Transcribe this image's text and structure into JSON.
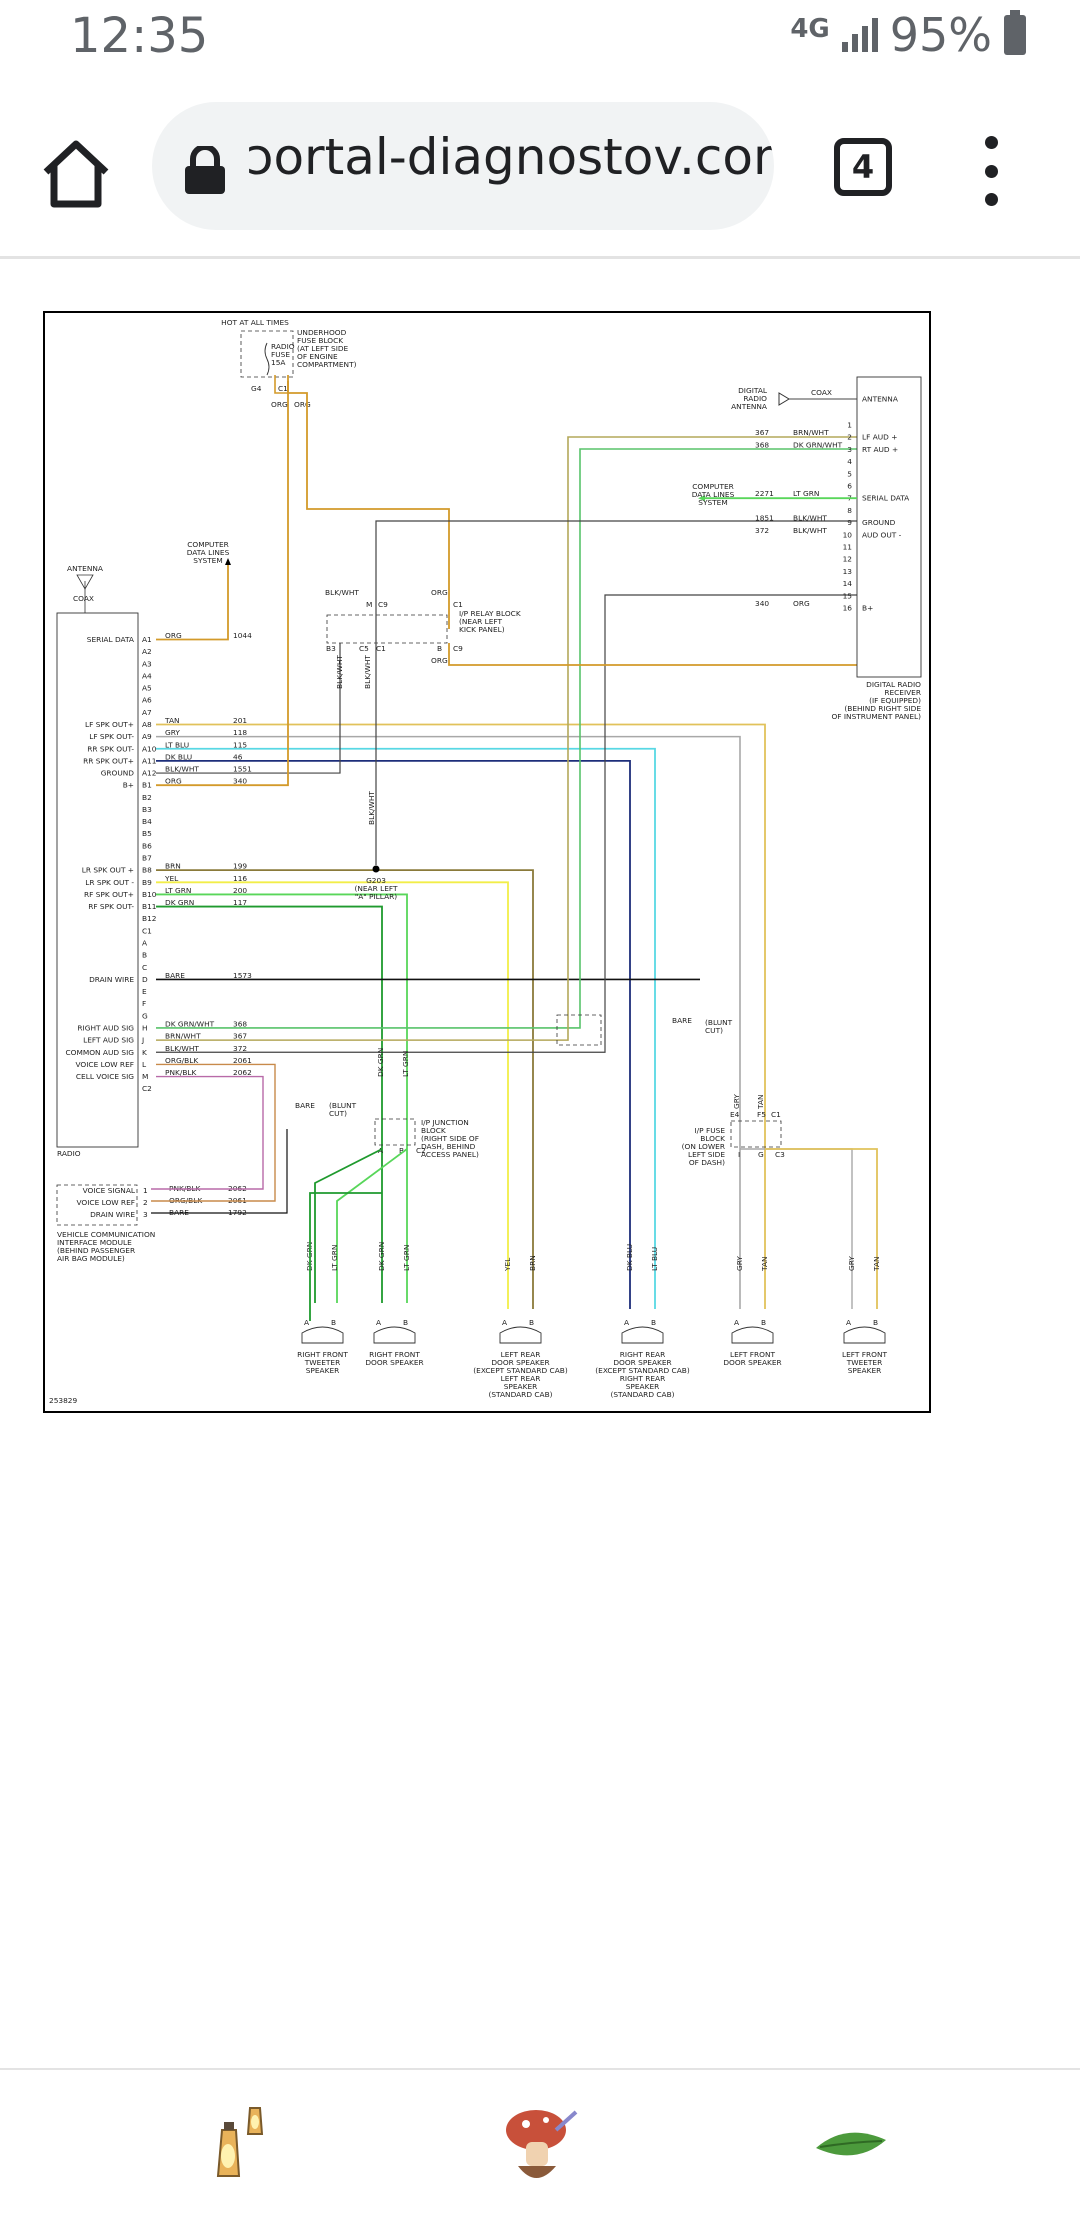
{
  "status_bar": {
    "time": "12:35",
    "network": "4G",
    "battery": "95%"
  },
  "browser": {
    "url": "ɔortal-diagnostov.com",
    "tab_count": "4"
  },
  "icons": {
    "home": "home-icon",
    "lock": "lock-icon",
    "menu": "more-vert-icon",
    "bottom": [
      "lamp-icon",
      "mushroom-character-icon",
      "leaf-icon"
    ]
  },
  "diagram": {
    "id": "253829",
    "top_left": {
      "hot": "HOT AT ALL TIMES",
      "fuse_block": [
        "UNDERHOOD",
        "FUSE BLOCK",
        "(AT LEFT SIDE",
        "OF ENGINE",
        "COMPARTMENT)"
      ],
      "fuse": [
        "RADIO",
        "FUSE",
        "15A"
      ],
      "pins": [
        "G4",
        "C1"
      ],
      "org": "ORG"
    },
    "radio_pins": [
      "A1",
      "A2",
      "A3",
      "A4",
      "A5",
      "A6",
      "A7",
      "A8",
      "A9",
      "A10",
      "A11",
      "A12",
      "B1",
      "B2",
      "B3",
      "B4",
      "B5",
      "B6",
      "B7",
      "B8",
      "B9",
      "B10",
      "B11",
      "B12",
      "C1",
      "A",
      "B",
      "C",
      "D",
      "E",
      "F",
      "G",
      "H",
      "J",
      "K",
      "L",
      "M",
      "C2"
    ],
    "radio_labels": [
      {
        "row": 0,
        "text": "SERIAL DATA"
      },
      {
        "row": 7,
        "text": "LF SPK OUT+"
      },
      {
        "row": 8,
        "text": "LF SPK OUT-"
      },
      {
        "row": 9,
        "text": "RR SPK OUT-"
      },
      {
        "row": 10,
        "text": "RR SPK OUT+"
      },
      {
        "row": 11,
        "text": "GROUND"
      },
      {
        "row": 12,
        "text": "B+"
      },
      {
        "row": 19,
        "text": "LR SPK OUT +"
      },
      {
        "row": 20,
        "text": "LR SPK OUT -"
      },
      {
        "row": 21,
        "text": "RF SPK OUT+"
      },
      {
        "row": 22,
        "text": "RF SPK OUT-"
      },
      {
        "row": 28,
        "text": "DRAIN WIRE"
      },
      {
        "row": 32,
        "text": "RIGHT AUD SIG"
      },
      {
        "row": 33,
        "text": "LEFT AUD SIG"
      },
      {
        "row": 34,
        "text": "COMMON AUD SIG"
      },
      {
        "row": 35,
        "text": "VOICE LOW REF"
      },
      {
        "row": 36,
        "text": "CELL VOICE SIG"
      }
    ],
    "radio_wires": [
      {
        "row": 0,
        "color": "ORG",
        "circuit": "1044"
      },
      {
        "row": 7,
        "color": "TAN",
        "circuit": "201"
      },
      {
        "row": 8,
        "color": "GRY",
        "circuit": "118"
      },
      {
        "row": 9,
        "color": "LT BLU",
        "circuit": "115"
      },
      {
        "row": 10,
        "color": "DK BLU",
        "circuit": "46"
      },
      {
        "row": 11,
        "color": "BLK/WHT",
        "circuit": "1551"
      },
      {
        "row": 12,
        "color": "ORG",
        "circuit": "340"
      },
      {
        "row": 19,
        "color": "BRN",
        "circuit": "199"
      },
      {
        "row": 20,
        "color": "YEL",
        "circuit": "116"
      },
      {
        "row": 21,
        "color": "LT GRN",
        "circuit": "200"
      },
      {
        "row": 22,
        "color": "DK GRN",
        "circuit": "117"
      },
      {
        "row": 28,
        "color": "BARE",
        "circuit": "1573"
      },
      {
        "row": 32,
        "color": "DK GRN/WHT",
        "circuit": "368"
      },
      {
        "row": 33,
        "color": "BRN/WHT",
        "circuit": "367"
      },
      {
        "row": 34,
        "color": "BLK/WHT",
        "circuit": "372"
      },
      {
        "row": 35,
        "color": "ORG/BLK",
        "circuit": "2061"
      },
      {
        "row": 36,
        "color": "PNK/BLK",
        "circuit": "2062"
      }
    ],
    "radio_name": "RADIO",
    "antenna": "ANTENNA",
    "coax": "COAX",
    "computer_data": [
      "COMPUTER",
      "DATA LINES",
      "SYSTEM"
    ],
    "relay": {
      "top_wires": [
        "BLK/WHT",
        "ORG"
      ],
      "top_pins": [
        "M",
        "C9",
        "C1"
      ],
      "label": [
        "I/P RELAY BLOCK",
        "(NEAR LEFT",
        "KICK PANEL)"
      ],
      "bottom_pins": [
        "B3",
        "C5",
        "C1",
        "B",
        "C9"
      ],
      "vertical": [
        "BLK/WHT",
        "BLK/WHT"
      ],
      "org": "ORG"
    },
    "ground": {
      "wire": "BLK/WHT",
      "label": [
        "G203",
        "(NEAR LEFT",
        "\"A\" PILLAR)"
      ]
    },
    "ddr": {
      "pins": [
        "1",
        "2",
        "3",
        "4",
        "5",
        "6",
        "7",
        "8",
        "9",
        "10",
        "11",
        "12",
        "13",
        "14",
        "15",
        "16"
      ],
      "labels": [
        {
          "row": -1,
          "text": "ANTENNA"
        },
        {
          "row": 1,
          "text": "LF AUD +"
        },
        {
          "row": 2,
          "text": "RT AUD +"
        },
        {
          "row": 6,
          "text": "SERIAL DATA"
        },
        {
          "row": 8,
          "text": "GROUND"
        },
        {
          "row": 9,
          "text": "AUD OUT -"
        },
        {
          "row": 15,
          "text": "B+"
        }
      ],
      "wires": [
        {
          "row": 1,
          "color": "BRN/WHT",
          "circuit": "367"
        },
        {
          "row": 2,
          "color": "DK GRN/WHT",
          "circuit": "368"
        },
        {
          "row": 6,
          "color": "LT GRN",
          "circuit": "2271"
        },
        {
          "row": 8,
          "color": "BLK/WHT",
          "circuit": "1851"
        },
        {
          "row": 9,
          "color": "BLK/WHT",
          "circuit": "372"
        },
        {
          "row": 15,
          "color": "ORG",
          "circuit": "340"
        }
      ],
      "name": [
        "DIGITAL RADIO",
        "RECEIVER",
        "(IF EQUIPPED)",
        "(BEHIND RIGHT SIDE",
        "OF INSTRUMENT PANEL)"
      ],
      "digital_antenna": [
        "DIGITAL",
        "RADIO",
        "ANTENNA"
      ],
      "coax": "COAX"
    },
    "computer_data_right": [
      "COMPUTER",
      "DATA LINES",
      "SYSTEM"
    ],
    "drain": {
      "bare": "BARE",
      "blunt": [
        "(BLUNT",
        "CUT)"
      ]
    },
    "blunt2": {
      "bare": "BARE",
      "blunt": [
        "(BLUNT",
        "CUT)"
      ]
    },
    "junction_block": {
      "label": [
        "I/P JUNCTION",
        "BLOCK",
        "(RIGHT SIDE OF",
        "DASH, BEHIND",
        "ACCESS PANEL)"
      ],
      "pins": [
        "A",
        "B",
        "C2"
      ],
      "wires": [
        "DK GRN",
        "LT GRN"
      ]
    },
    "fuse_block2": {
      "label": [
        "I/P FUSE",
        "BLOCK",
        "(ON LOWER",
        "LEFT SIDE",
        "OF DASH)"
      ],
      "pins": [
        "E4",
        "F5",
        "C1",
        "I",
        "G",
        "C3"
      ],
      "wires": [
        "GRY",
        "TAN"
      ]
    },
    "vcim": {
      "pins": [
        "1",
        "2",
        "3"
      ],
      "labels": [
        "VOICE SIGNAL",
        "VOICE LOW REF",
        "DRAIN WIRE"
      ],
      "wires": [
        {
          "color": "PNK/BLK",
          "circuit": "2062"
        },
        {
          "color": "ORG/BLK",
          "circuit": "2061"
        },
        {
          "color": "BARE",
          "circuit": "1792"
        }
      ],
      "name": [
        "VEHICLE COMMUNICATION",
        "INTERFACE MODULE",
        "(BEHIND PASSENGER",
        "AIR BAG MODULE)"
      ]
    },
    "speakers": [
      {
        "wires": [
          "DK GRN",
          "LT GRN"
        ],
        "name": [
          "RIGHT FRONT",
          "TWEETER",
          "SPEAKER"
        ]
      },
      {
        "wires": [
          "DK GRN",
          "LT GRN"
        ],
        "name": [
          "RIGHT FRONT",
          "DOOR SPEAKER"
        ]
      },
      {
        "wires": [
          "YEL",
          "BRN"
        ],
        "name": [
          "LEFT REAR",
          "DOOR SPEAKER",
          "(EXCEPT STANDARD CAB)",
          "LEFT REAR",
          "SPEAKER",
          "(STANDARD CAB)"
        ]
      },
      {
        "wires": [
          "DK BLU",
          "LT BLU"
        ],
        "name": [
          "RIGHT REAR",
          "DOOR SPEAKER",
          "(EXCEPT STANDARD CAB)",
          "RIGHT REAR",
          "SPEAKER",
          "(STANDARD CAB)"
        ]
      },
      {
        "wires": [
          "GRY",
          "TAN"
        ],
        "name": [
          "LEFT FRONT",
          "DOOR SPEAKER"
        ]
      },
      {
        "wires": [
          "GRY",
          "TAN"
        ],
        "name": [
          "LEFT FRONT",
          "TWEETER",
          "SPEAKER"
        ]
      }
    ],
    "speaker_pins": [
      "A",
      "B"
    ]
  }
}
